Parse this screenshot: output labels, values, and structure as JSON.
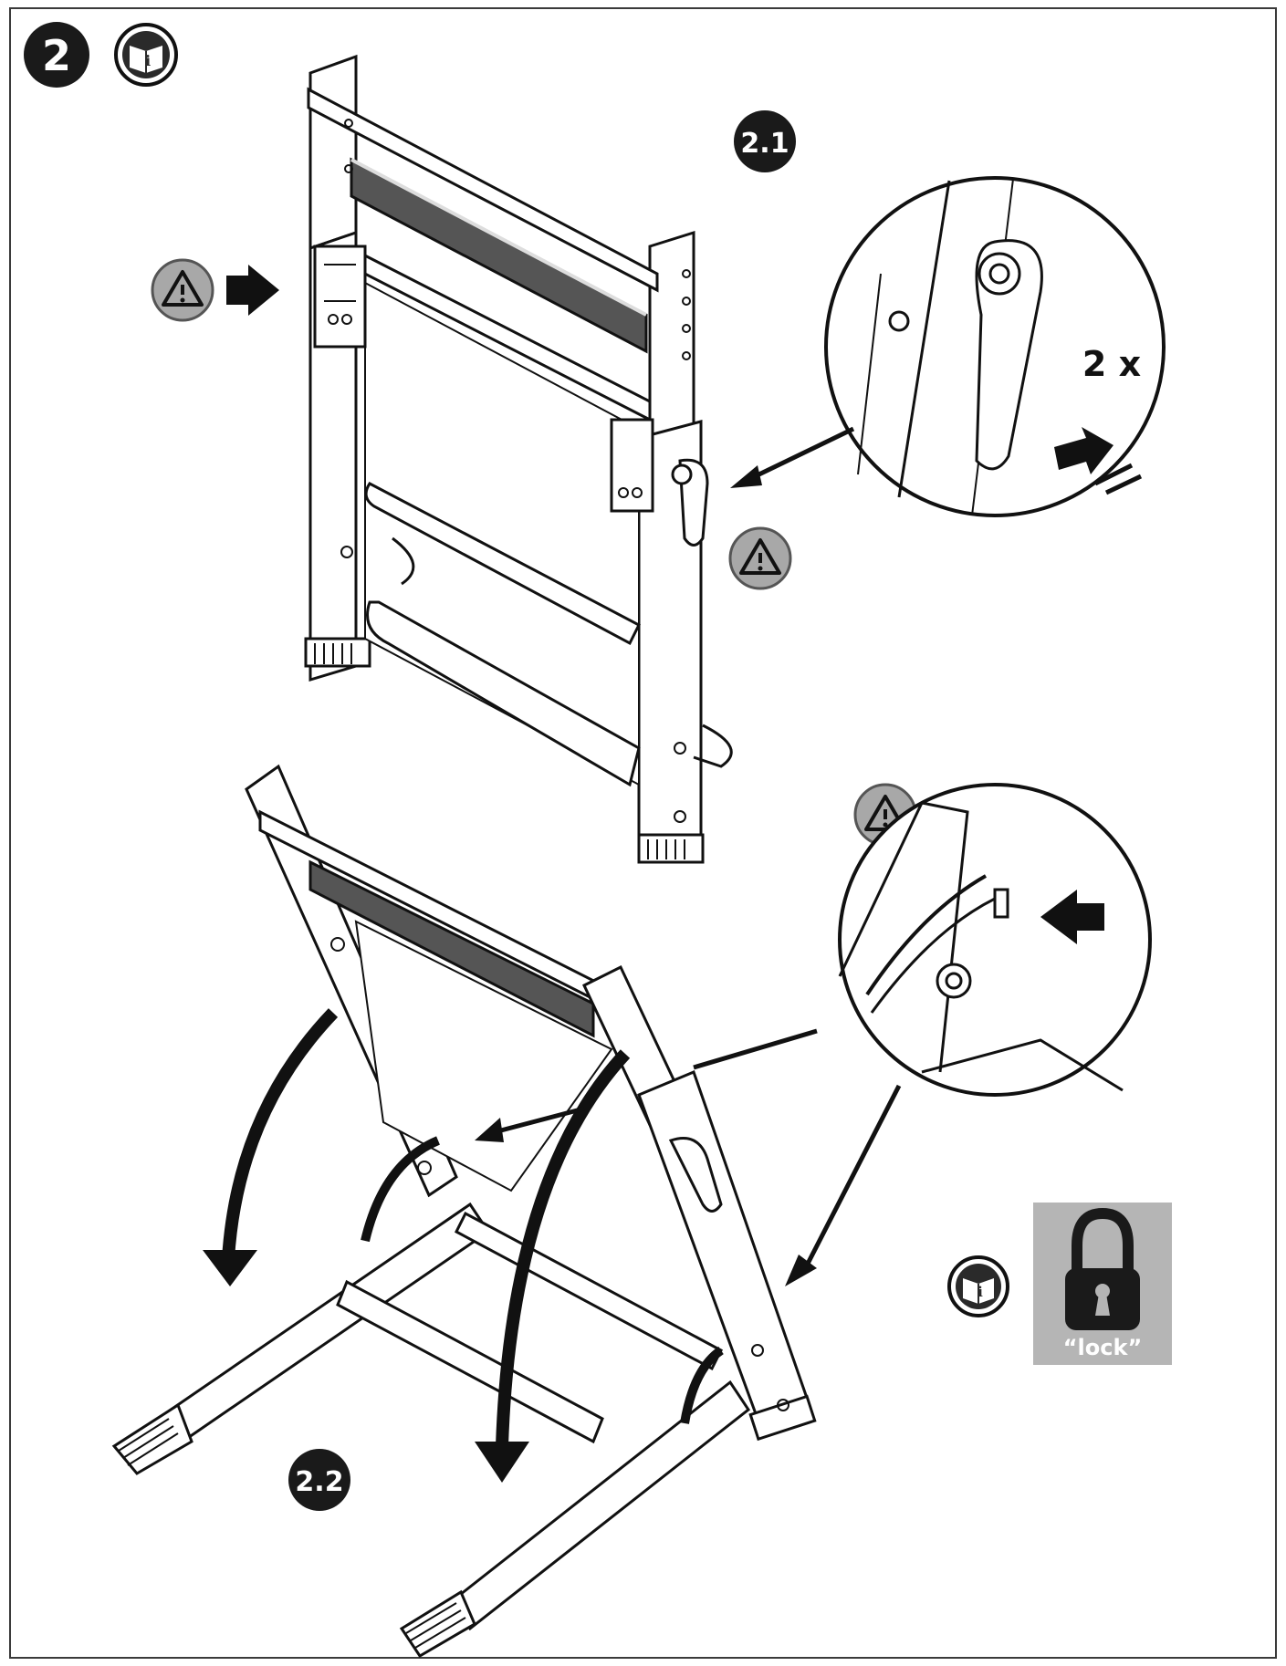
{
  "step": {
    "number": "2",
    "manual_icon": "read-manual-icon"
  },
  "substeps": [
    {
      "id": "2.1",
      "label": "2.1"
    },
    {
      "id": "2.2",
      "label": "2.2"
    }
  ],
  "detail_top": {
    "multiplier": "2 x"
  },
  "lock_panel": {
    "label": "“lock”",
    "icon": "padlock-icon",
    "manual_icon": "read-manual-icon"
  },
  "warning_icon": "warning-triangle-icon",
  "colors": {
    "badge": "#1a1a1a",
    "warning_fill": "#a8a8a8",
    "lock_bg": "#b5b5b5",
    "line": "#111111"
  }
}
